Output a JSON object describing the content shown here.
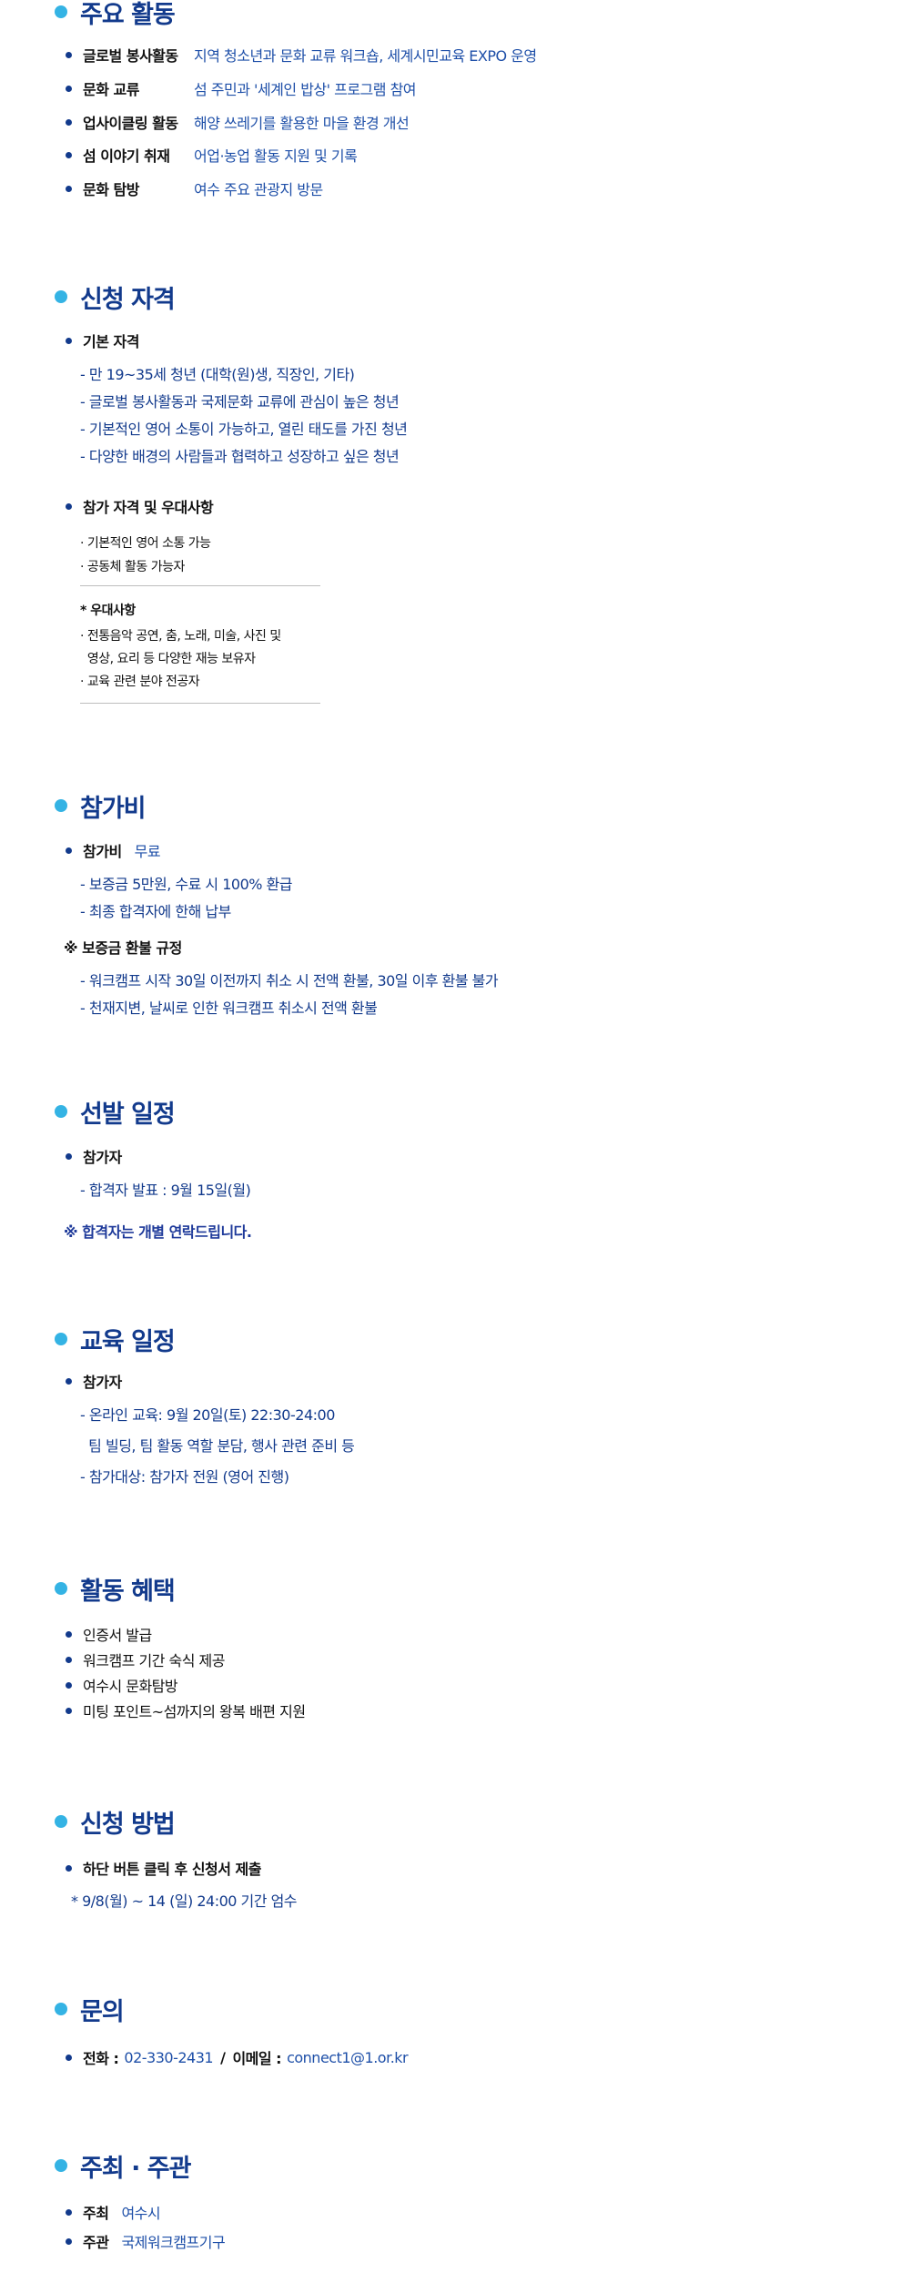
{
  "activities": {
    "title": "주요 활동",
    "items": [
      {
        "key": "글로벌 봉사활동",
        "value": "지역 청소년과 문화 교류 워크숍, 세계시민교육 EXPO 운영"
      },
      {
        "key": "문화 교류",
        "value": "섬 주민과 '세계인 밥상' 프로그램 참여"
      },
      {
        "key": "업사이클링 활동",
        "value": "해양 쓰레기를 활용한 마을 환경 개선"
      },
      {
        "key": "섬 이야기 취재",
        "value": "어업·농업 활동 지원 및 기록"
      },
      {
        "key": "문화 탐방",
        "value": "여수 주요 관광지 방문"
      }
    ]
  },
  "eligibility": {
    "title": "신청 자격",
    "basic_label": "기본 자격",
    "basic_lines": [
      "- 만 19~35세 청년 (대학(원)생, 직장인, 기타)",
      "- 글로벌 봉사활동과 국제문화 교류에 관심이 높은 청년",
      "- 기본적인 영어 소통이 가능하고, 열린 태도를 가진 청년",
      "- 다양한 배경의 사람들과 협력하고 성장하고 싶은 청년"
    ],
    "pref_label": "참가 자격 및 우대사항",
    "req_lines": [
      "· 기본적인 영어 소통 가능",
      "· 공동체 활동 가능자"
    ],
    "pref_title": "* 우대사항",
    "pref_lines": [
      "· 전통음악 공연, 춤, 노래, 미술, 사진 및",
      "  영상, 요리 등 다양한 재능 보유자",
      "· 교육 관련 분야 전공자"
    ]
  },
  "fee": {
    "title": "참가비",
    "label": "참가비",
    "value": "무료",
    "lines": [
      "- 보증금 5만원, 수료 시 100% 환급",
      "- 최종 합격자에 한해 납부"
    ],
    "refund_title": "※ 보증금 환불 규정",
    "refund_lines": [
      "- 워크캠프 시작 30일 이전까지 취소 시 전액 환불, 30일 이후 환불 불가",
      "- 천재지변, 날씨로 인한 워크캠프 취소시 전액 환불"
    ]
  },
  "selection": {
    "title": "선발 일정",
    "label": "참가자",
    "line": "- 합격자 발표 : 9월 15일(월)",
    "note": "※ 합격자는 개별 연락드립니다."
  },
  "education": {
    "title": "교육 일정",
    "label": "참가자",
    "lines": [
      "- 온라인 교육: 9월 20일(토) 22:30-24:00",
      "  팀 빌딩, 팀 활동 역할 분담, 행사 관련 준비 등",
      "- 참가대상: 참가자 전원 (영어 진행)"
    ]
  },
  "benefits": {
    "title": "활동 혜택",
    "items": [
      "인증서 발급",
      "워크캠프 기간 숙식 제공",
      "여수시 문화탐방",
      "미팅 포인트~섬까지의 왕복 배편 지원"
    ]
  },
  "apply": {
    "title": "신청 방법",
    "label": "하단 버튼 클릭 후 신청서 제출",
    "period": "* 9/8(월) ~ 14 (일) 24:00 기간 엄수"
  },
  "contact": {
    "title": "문의",
    "phone_label": "전화 :",
    "phone": "02-330-2431",
    "sep": "/",
    "email_label": "이메일 :",
    "email": "connect1@1.or.kr"
  },
  "host": {
    "title": "주최 · 주관",
    "items": [
      {
        "key": "주최",
        "value": "여수시"
      },
      {
        "key": "주관",
        "value": "국제워크캠프기구"
      }
    ]
  },
  "colors": {
    "accent_dot": "#34b3e4",
    "navy": "#123a8c",
    "value_blue": "#1e4fa8"
  }
}
